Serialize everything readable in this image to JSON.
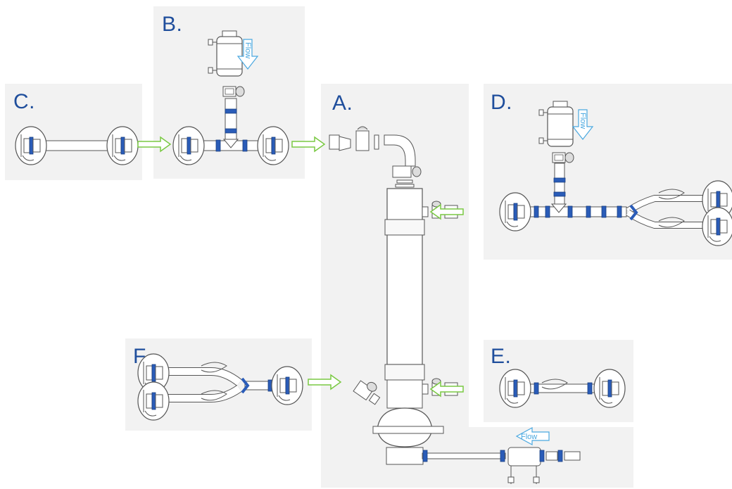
{
  "labels": {
    "a": "A.",
    "b": "B.",
    "c": "C.",
    "d": "D.",
    "e": "E.",
    "f": "F."
  },
  "flow_text": {
    "b": "Flow",
    "d": "Flow",
    "bottom": "Flow"
  },
  "colors": {
    "panel_bg": "#f2f2f2",
    "label": "#1f4e9c",
    "arrow_green": "#7ac943",
    "flow_blue": "#4aa8e0",
    "clamp_blue": "#2a5cb8",
    "line": "#555555"
  }
}
